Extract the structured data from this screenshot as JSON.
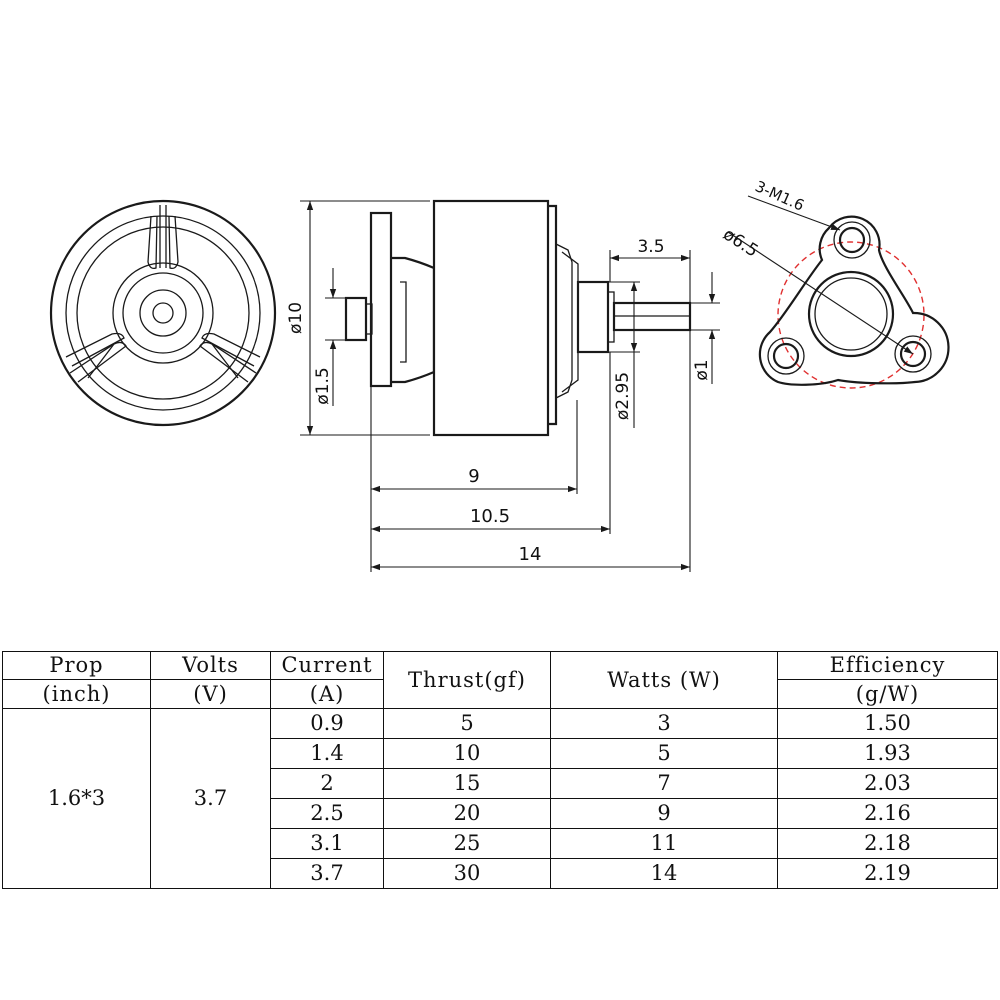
{
  "drawing": {
    "dimensions": {
      "body_diameter": "ø10",
      "shaft_tip_diameter": "ø1.5",
      "bearing_diameter": "ø2.95",
      "shaft_diameter": "ø1",
      "shaft_length": "3.5",
      "length_9": "9",
      "length_10_5": "10.5",
      "length_14": "14",
      "mount_circle_diameter": "ø6.5",
      "mount_holes": "3-M1.6"
    }
  },
  "table": {
    "headers": {
      "prop": "Prop",
      "prop_unit": "(inch)",
      "volts": "Volts",
      "volts_unit": "(V)",
      "current": "Current",
      "current_unit": "(A)",
      "thrust": "Thrust(gf)",
      "watts": "Watts (W)",
      "efficiency": "Efficiency",
      "efficiency_unit": "(g/W)"
    },
    "prop_value": "1.6*3",
    "volts_value": "3.7",
    "rows": [
      {
        "current": "0.9",
        "thrust": "5",
        "watts": "3",
        "efficiency": "1.50"
      },
      {
        "current": "1.4",
        "thrust": "10",
        "watts": "5",
        "efficiency": "1.93"
      },
      {
        "current": "2",
        "thrust": "15",
        "watts": "7",
        "efficiency": "2.03"
      },
      {
        "current": "2.5",
        "thrust": "20",
        "watts": "9",
        "efficiency": "2.16"
      },
      {
        "current": "3.1",
        "thrust": "25",
        "watts": "11",
        "efficiency": "2.18"
      },
      {
        "current": "3.7",
        "thrust": "30",
        "watts": "14",
        "efficiency": "2.19"
      }
    ]
  }
}
